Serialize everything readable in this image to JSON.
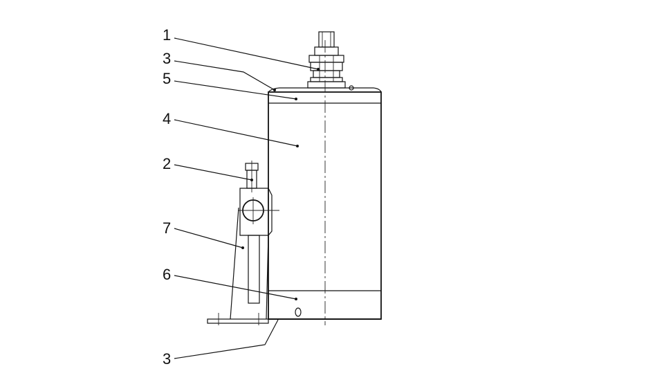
{
  "diagram": {
    "callouts": [
      {
        "id": "c1",
        "text": "1"
      },
      {
        "id": "c3a",
        "text": "3"
      },
      {
        "id": "c5",
        "text": "5"
      },
      {
        "id": "c4",
        "text": "4"
      },
      {
        "id": "c2",
        "text": "2"
      },
      {
        "id": "c7",
        "text": "7"
      },
      {
        "id": "c6",
        "text": "6"
      },
      {
        "id": "c3b",
        "text": "3"
      }
    ],
    "line_color": "#111111",
    "background": "#ffffff"
  }
}
